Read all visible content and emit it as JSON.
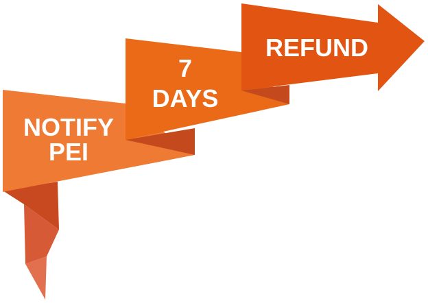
{
  "steps": [
    {
      "lines": [
        "NOTIFY",
        "PEI"
      ]
    },
    {
      "lines": [
        "7",
        "DAYS"
      ]
    },
    {
      "lines": [
        "REFUND"
      ]
    }
  ],
  "colors": {
    "tail_dark": "#c8481f",
    "tail_mid": "#d65a36",
    "tail_light": "#e2704e",
    "step1_face": "#ee7a33",
    "step2_face": "#ea6a18",
    "step3_face": "#e25412",
    "fold_shadow": "#c44a1d",
    "label_text": "#ffffff"
  }
}
